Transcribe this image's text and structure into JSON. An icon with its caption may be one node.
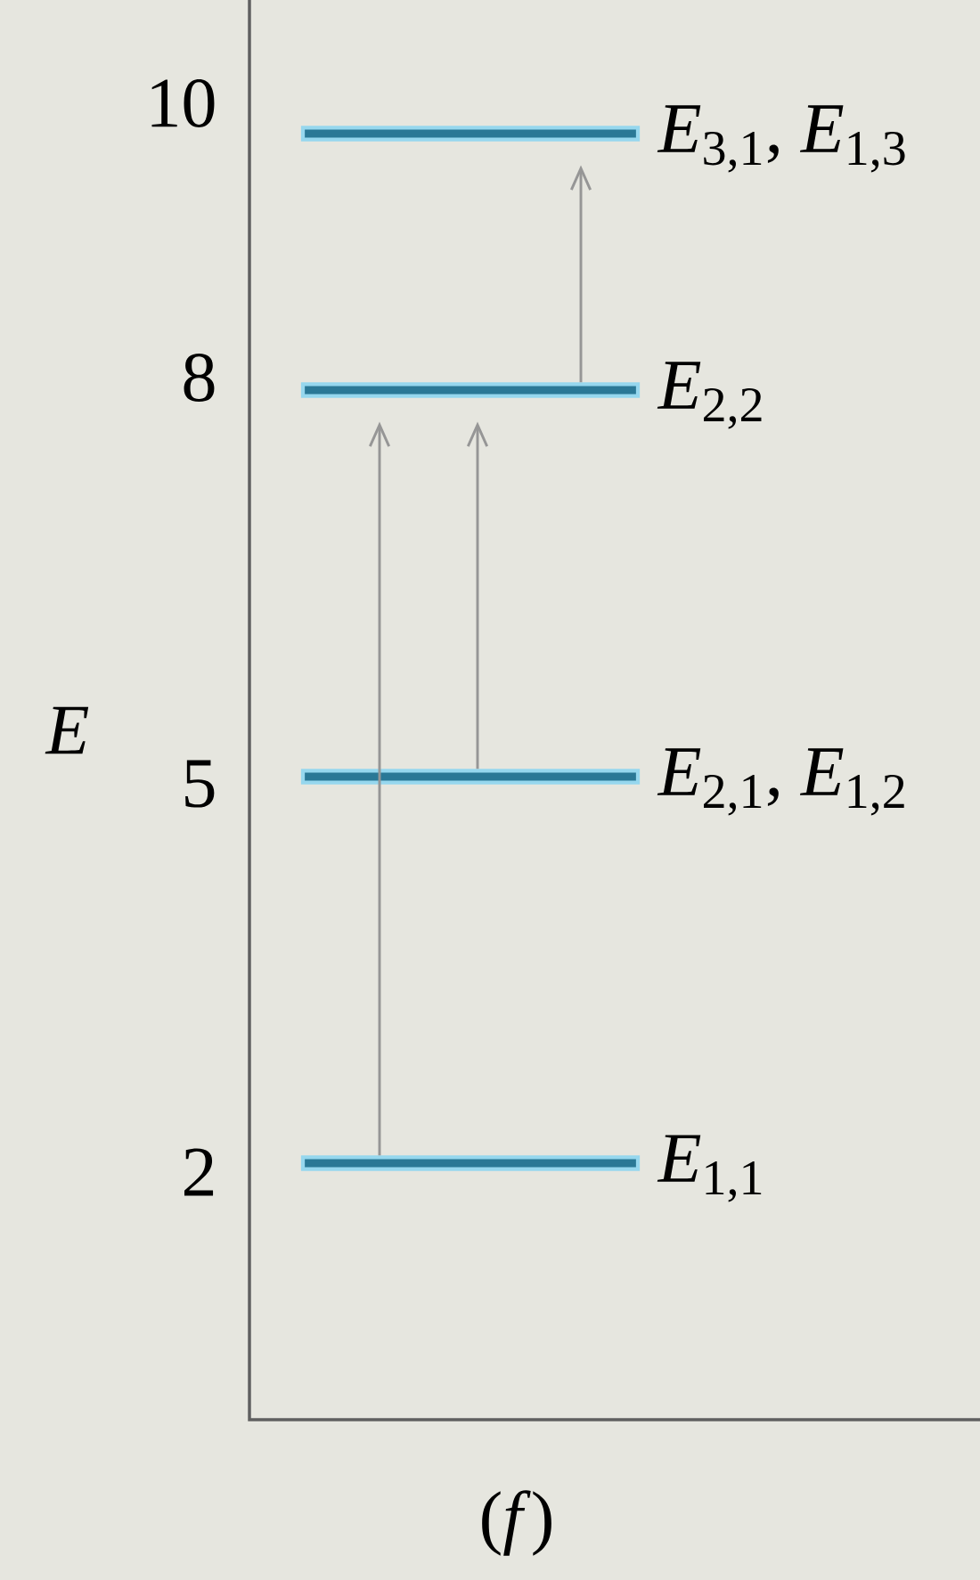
{
  "diagram": {
    "nodes": [
      {
        "text": [],
        "shape": "bar",
        "beside": [
          "*E*$_{3,1}$, *E*$_{1,3}$"
        ]
      },
      {
        "text": [],
        "shape": "bar",
        "beside": [
          "*E*$_{2,2}$"
        ]
      },
      {
        "text": [],
        "shape": "bar",
        "beside": [
          "*E*$_{2,1}$, *E*$_{1,2}$"
        ]
      },
      {
        "text": [],
        "shape": "bar",
        "beside": [
          "*E*$_{1,1}$"
        ]
      }
    ],
    "edges": [
      {
        "from": 3,
        "to": 1,
        "arrow": "to"
      },
      {
        "from": 2,
        "to": 1,
        "arrow": "to"
      },
      {
        "from": 1,
        "to": 0,
        "arrow": "to"
      }
    ],
    "labels": [
      "10",
      "8",
      "E",
      "5",
      "2",
      "(*f*)"
    ]
  }
}
